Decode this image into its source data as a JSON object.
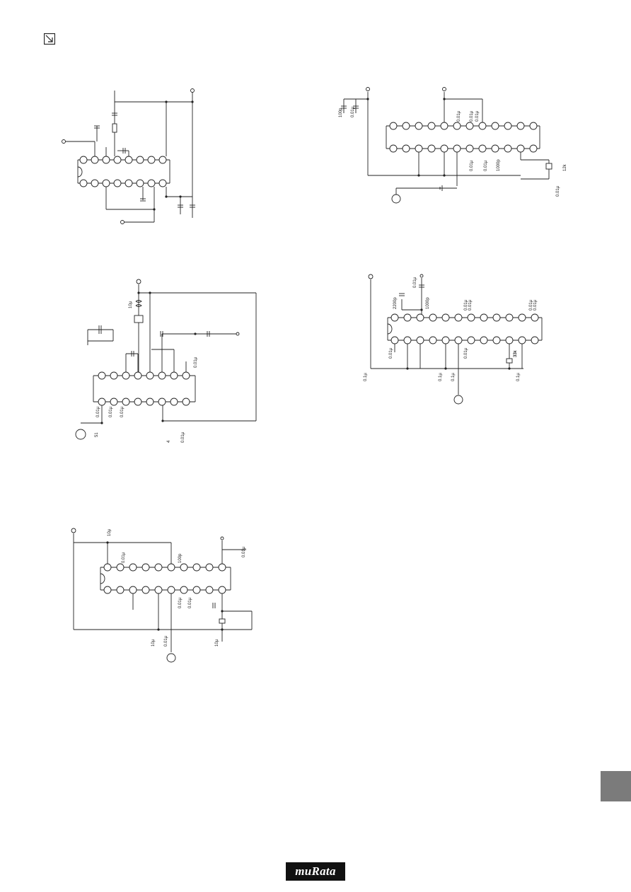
{
  "page_icon": "diagonal-arrow-box-icon",
  "circuits": {
    "c1": {
      "labels": []
    },
    "c2": {
      "labels": [
        "100p",
        "0.01µ",
        "0.01µ",
        "0.01µ",
        "0.01µ",
        "0.01µ",
        "1000p",
        "0.01µ",
        "12k",
        "0.01µ"
      ]
    },
    "c3": {
      "labels": [
        "10µ",
        "0.01µ",
        "51",
        "0.01µ",
        "0.01µ",
        "0.01µ",
        "4",
        "0.01µ"
      ]
    },
    "c4": {
      "labels": [
        "0.01µ",
        "2200p",
        "1000p",
        "0.01µ",
        "0.01µ",
        "0.01µ",
        "0.01µ",
        "0.01µ",
        "0.01µ",
        "33k",
        "0.1µ",
        "0.1µ",
        "0.1µ",
        "0.1µ"
      ]
    },
    "c5": {
      "labels": [
        "0.01µ",
        "0.01µ",
        "100p",
        "0.01µ",
        "0.01µ",
        "10µ",
        "10µ",
        "0.01µ",
        "10µ"
      ]
    }
  },
  "logo": {
    "text": "muRata"
  },
  "colors": {
    "ink": "#222222",
    "tab": "#7b7b7b",
    "logo_bg": "#111111"
  }
}
